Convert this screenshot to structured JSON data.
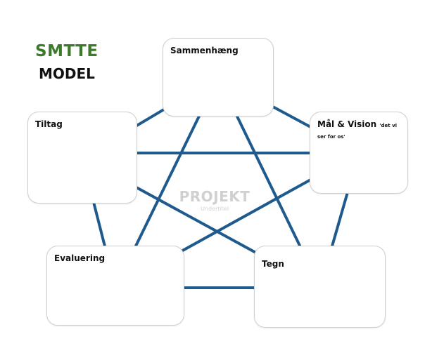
{
  "title": {
    "line1": "SMTTE",
    "line2": "MODEL"
  },
  "center": {
    "title": "PROJEKT",
    "subtitle": "Undertitel"
  },
  "nodes": {
    "sammenhaeng": {
      "label": "Sammenhæng"
    },
    "maal_vision": {
      "label": "Mål & Vision",
      "sublabel": "'det vi ser for os'"
    },
    "tegn": {
      "label": "Tegn"
    },
    "evaluering": {
      "label": "Evaluering"
    },
    "tiltag": {
      "label": "Tiltag"
    }
  },
  "colors": {
    "line": "#1e5a8e",
    "title_green": "#3e7a2c",
    "center_text": "#d0d0d0"
  }
}
